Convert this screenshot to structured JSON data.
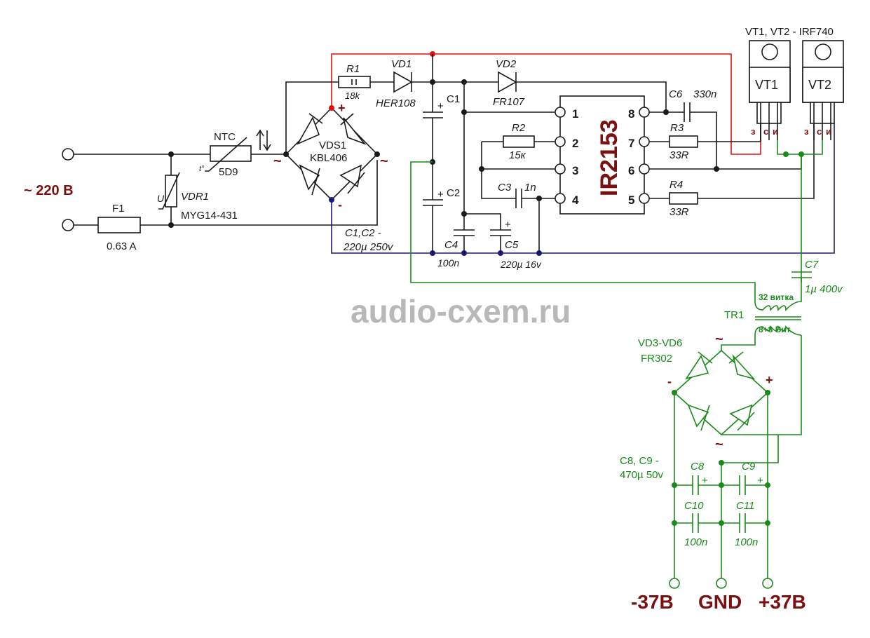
{
  "watermark": "audio-cxem.ru",
  "input": {
    "voltage": "~ 220 В"
  },
  "fuse": {
    "ref": "F1",
    "value": "0.63 A"
  },
  "varistor": {
    "ref": "VDR1",
    "value": "MYG14-431",
    "symbol": "U"
  },
  "ntc": {
    "ref": "NTC",
    "value": "5D9",
    "symbol": "t°"
  },
  "bridge1": {
    "ref": "VDS1",
    "value": "KBL406",
    "plus": "+",
    "minus": "-",
    "ac": "~"
  },
  "r1": {
    "ref": "R1",
    "value": "18k"
  },
  "vd1": {
    "ref": "VD1",
    "value": "HER108"
  },
  "vd2": {
    "ref": "VD2",
    "value": "FR107"
  },
  "c1": {
    "ref": "C1"
  },
  "c2": {
    "ref": "C2"
  },
  "c1c2": {
    "line1": "C1,C2 -",
    "line2": "220µ 250v"
  },
  "c4": {
    "ref": "C4",
    "value": "100n"
  },
  "c5": {
    "ref": "C5",
    "value": "220µ 16v"
  },
  "c3": {
    "ref": "C3",
    "value": "1n"
  },
  "r2": {
    "ref": "R2",
    "value": "15к"
  },
  "c6": {
    "ref": "C6",
    "value": "330n"
  },
  "r3": {
    "ref": "R3",
    "value": "33R"
  },
  "r4": {
    "ref": "R4",
    "value": "33R"
  },
  "ic": {
    "name": "IR2153",
    "pins": [
      "1",
      "2",
      "3",
      "4",
      "5",
      "6",
      "7",
      "8"
    ]
  },
  "transistors": {
    "title": "VT1, VT2 - IRF740",
    "vt1": "VT1",
    "vt2": "VT2",
    "pins": [
      "з",
      "с",
      "и"
    ]
  },
  "c7": {
    "ref": "C7",
    "value": "1µ 400v"
  },
  "tr1": {
    "ref": "TR1",
    "primary": "32 витка",
    "secondary": "8+8 Вит."
  },
  "bridge2": {
    "ref": "VD3-VD6",
    "value": "FR302",
    "plus": "+",
    "minus": "-",
    "ac": "~"
  },
  "c8c9": {
    "line1": "C8, C9 -",
    "line2": "470µ 50v"
  },
  "c8": {
    "ref": "C8"
  },
  "c9": {
    "ref": "C9"
  },
  "c10": {
    "ref": "C10",
    "value": "100n"
  },
  "c11": {
    "ref": "C11",
    "value": "100n"
  },
  "outputs": {
    "neg": "-37В",
    "gnd": "GND",
    "pos": "+37В"
  },
  "colors": {
    "red_rail": "#e01010",
    "blue_rail": "#1a1a7a",
    "secondary": "#1a8a1a",
    "label_dark_red": "#7a1010"
  }
}
